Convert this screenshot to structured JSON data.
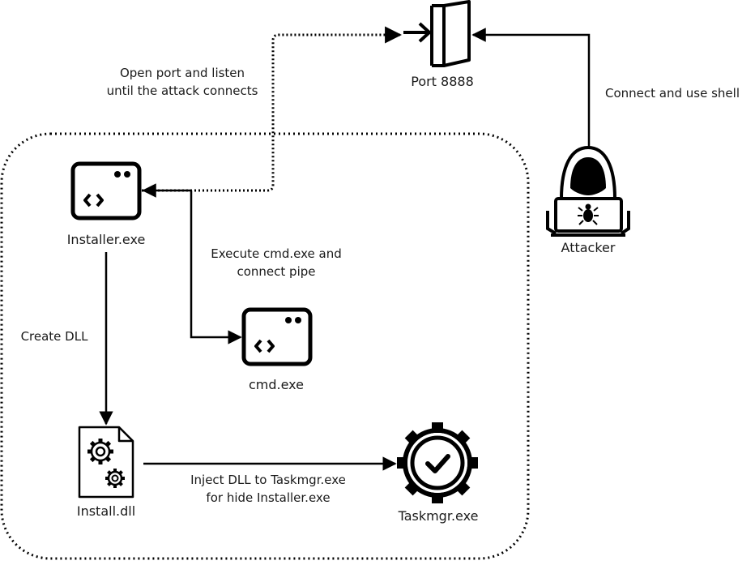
{
  "nodes": {
    "port": {
      "label": "Port 8888",
      "icon": "door-icon"
    },
    "attacker": {
      "label": "Attacker",
      "icon": "hacker-icon"
    },
    "installer": {
      "label": "Installer.exe",
      "icon": "terminal-window-icon"
    },
    "cmd": {
      "label": "cmd.exe",
      "icon": "terminal-window-icon"
    },
    "dll": {
      "label": "Install.dll",
      "icon": "gear-document-icon"
    },
    "taskmgr": {
      "label": "Taskmgr.exe",
      "icon": "gear-check-icon"
    }
  },
  "edges": {
    "listen": {
      "line1": "Open port and listen",
      "line2": "until the attack connects"
    },
    "connect": {
      "line1": "Connect and use shell"
    },
    "execute": {
      "line1": "Execute cmd.exe and",
      "line2": "connect pipe"
    },
    "create": {
      "line1": "Create DLL"
    },
    "inject": {
      "line1": "Inject DLL to Taskmgr.exe",
      "line2": "for hide Installer.exe"
    }
  },
  "colors": {
    "stroke": "#000000",
    "text": "#1a1a1a",
    "background": "#ffffff"
  }
}
